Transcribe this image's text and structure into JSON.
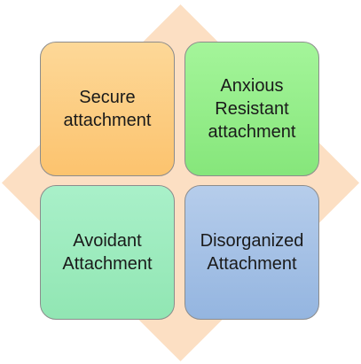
{
  "diagram": {
    "background_shape_color": "#fcdfc3",
    "quadrants": [
      {
        "id": "top-left",
        "label": "Secure\nattachment",
        "color": "#fcc36e"
      },
      {
        "id": "top-right",
        "label": "Anxious\nResistant\nattachment",
        "color": "#86e67b"
      },
      {
        "id": "bottom-left",
        "label": "Avoidant\nAttachment",
        "color": "#91e6b3"
      },
      {
        "id": "bottom-right",
        "label": "Disorganized\nAttachment",
        "color": "#94b5e0"
      }
    ]
  }
}
